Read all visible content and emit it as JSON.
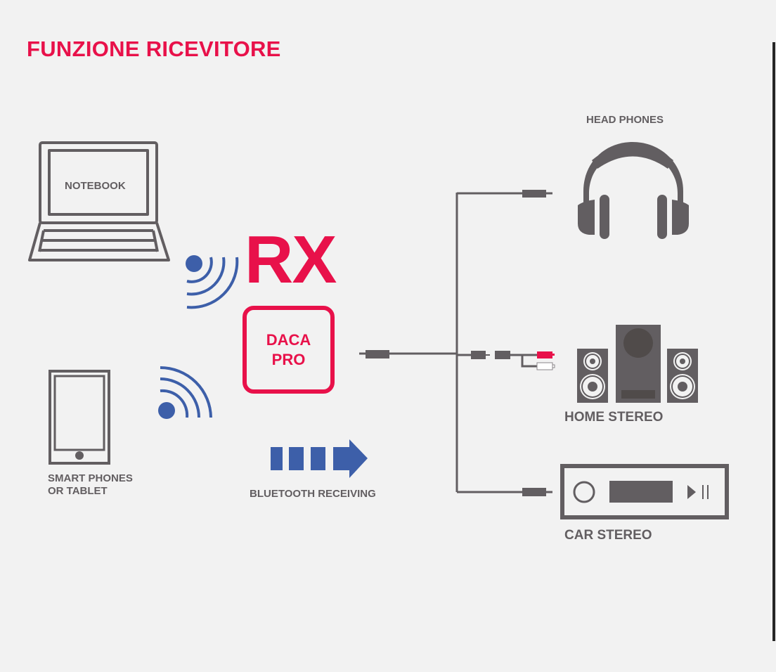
{
  "title": "FUNZIONE RICEVITORE",
  "mode_label": "RX",
  "device": {
    "line1": "DACA",
    "line2": "PRO"
  },
  "sources": {
    "notebook": "NOTEBOOK",
    "phone": {
      "line1": "SMART PHONES",
      "line2": "OR TABLET"
    }
  },
  "flow_label": "BLUETOOTH RECEIVING",
  "outputs": {
    "headphones": "HEAD PHONES",
    "home_stereo": "HOME STEREO",
    "car_stereo": "CAR STEREO"
  },
  "colors": {
    "accent": "#e8114a",
    "bluetooth": "#3d5fa9",
    "icon_gray": "#625e61",
    "background": "#f2f2f2"
  }
}
